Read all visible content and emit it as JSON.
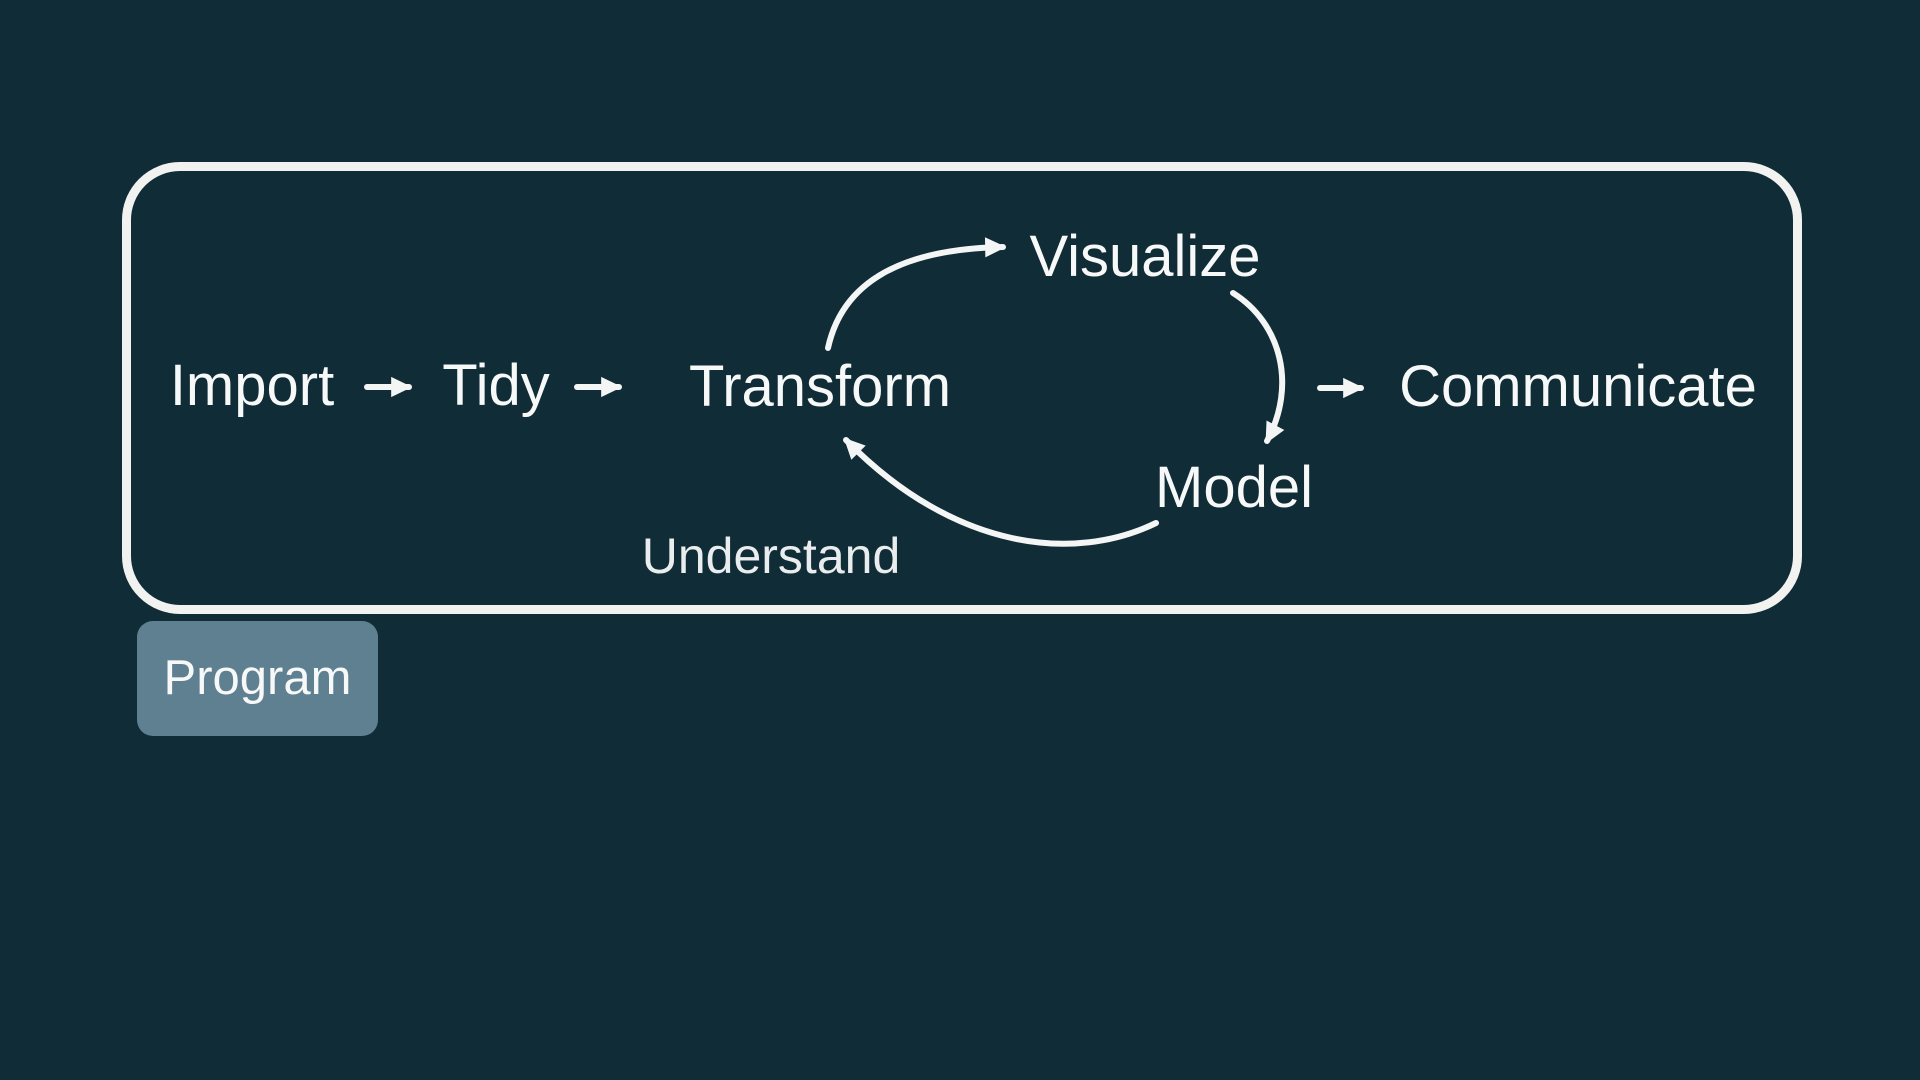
{
  "colors": {
    "background": "#102c36",
    "outline": "#f2f2f1",
    "text": "#f7f8f8",
    "understand_text": "#e9edee",
    "arrow": "#f4f5f5",
    "program_fill": "#5f8090"
  },
  "workflow": {
    "import_label": "Import",
    "tidy_label": "Tidy",
    "transform_label": "Transform",
    "visualize_label": "Visualize",
    "model_label": "Model",
    "communicate_label": "Communicate",
    "understand_label": "Understand",
    "program_label": "Program"
  }
}
